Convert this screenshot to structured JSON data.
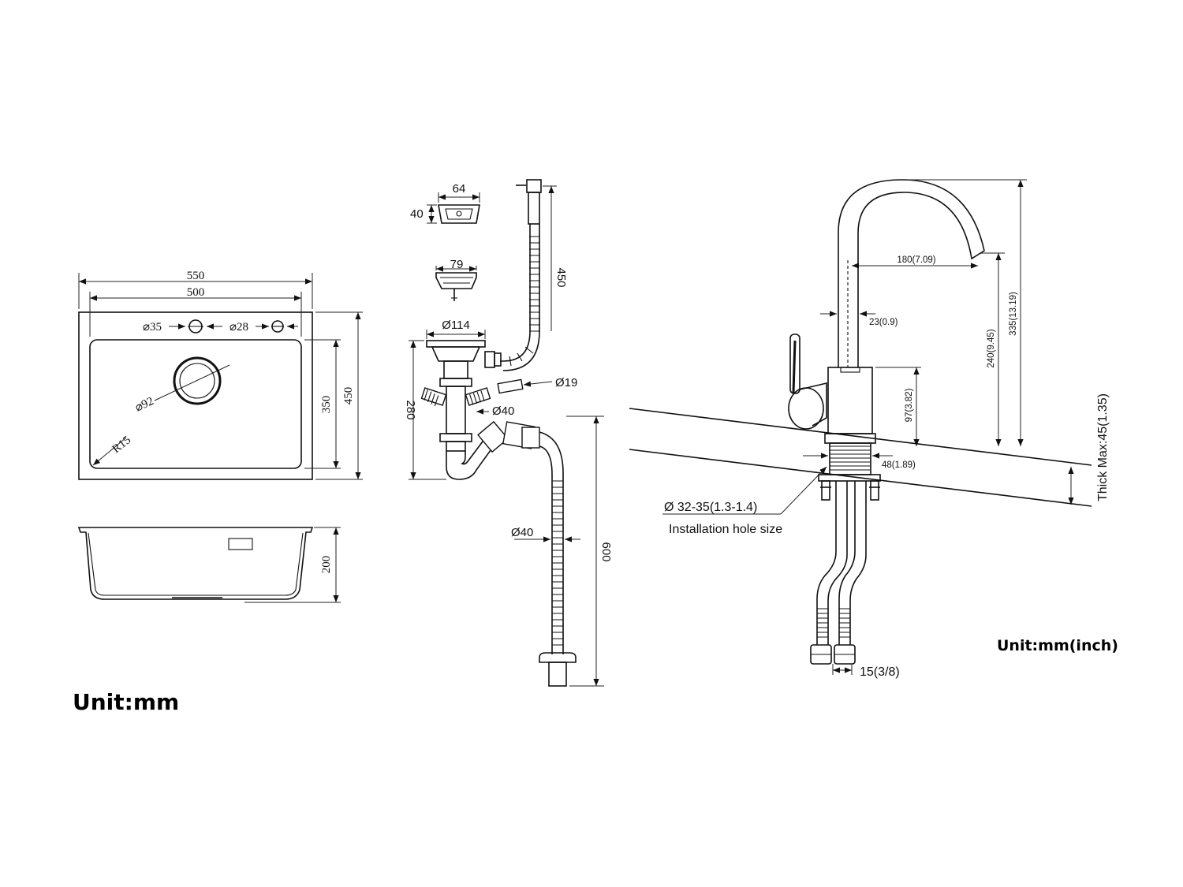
{
  "sink_top": {
    "overall_width": "550",
    "inner_width": "500",
    "hole_small_a": "⌀35",
    "hole_small_b": "⌀28",
    "drain_diameter": "⌀92",
    "corner_radius": "R15",
    "inner_depth": "350",
    "overall_depth": "450"
  },
  "sink_side": {
    "height": "200"
  },
  "drain_kit": {
    "overflow_width": "64",
    "overflow_height": "40",
    "strainer_diameter": "79",
    "flange_diameter": "Ø114",
    "hose_length_top": "450",
    "overflow_pipe": "Ø19",
    "outlet_diameter": "Ø40",
    "trap_height": "280",
    "hose_diameter": "Ø40",
    "hose_length_bottom": "600"
  },
  "faucet": {
    "reach": "180(7.09)",
    "spout_thickness": "23(0.9)",
    "body_height": "97(3.82)",
    "spout_height": "240(9.45)",
    "total_height": "335(13.19)",
    "base_diameter": "48(1.89)",
    "hole_size": "Ø 32-35(1.3-1.4)",
    "hole_label": "Installation hole size",
    "thread": "15(3/8)",
    "deck_thickness": "Thick Max:45(1.35)"
  },
  "units": {
    "left": "Unit:mm",
    "right": "Unit:mm(inch)"
  }
}
